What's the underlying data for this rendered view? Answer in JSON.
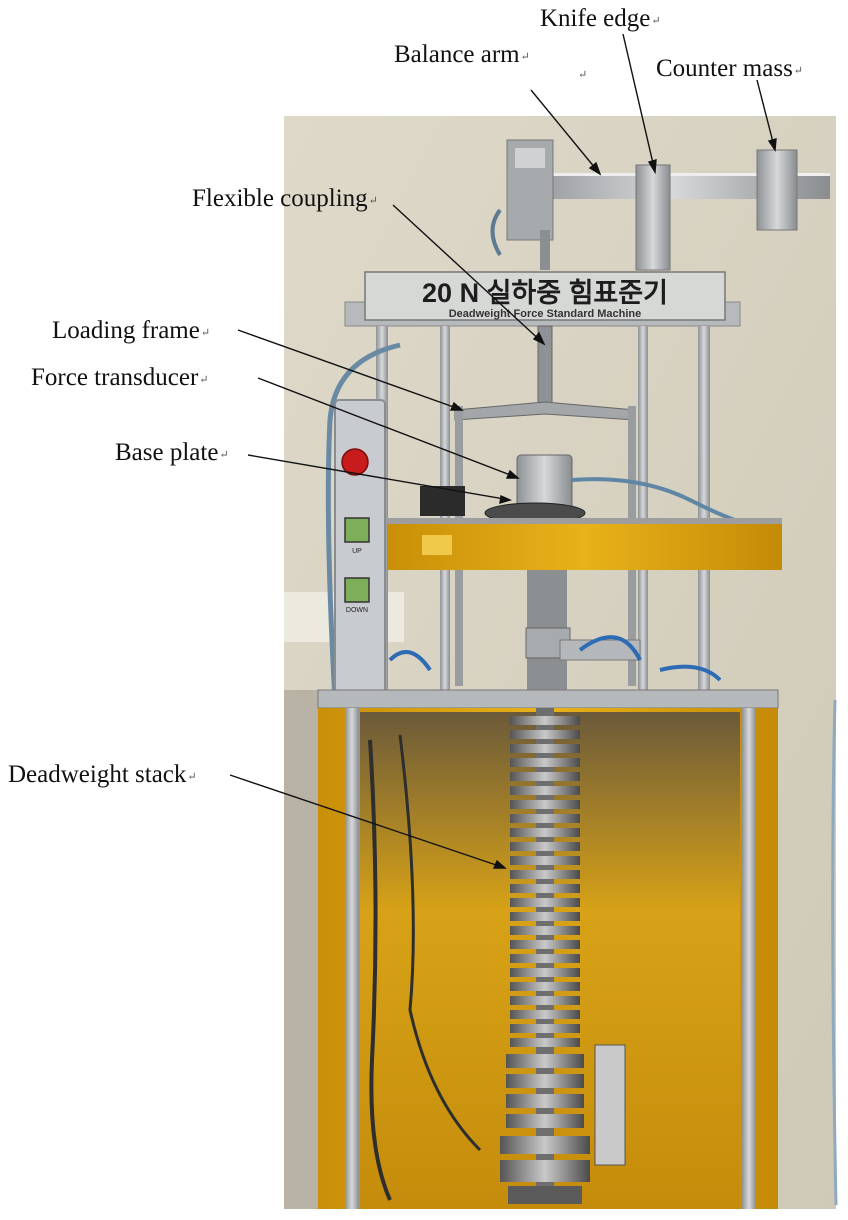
{
  "labels": {
    "knife_edge": "Knife edge",
    "balance_arm": "Balance arm",
    "counter_mass": "Counter mass",
    "flexible_coupling": "Flexible coupling",
    "loading_frame": "Loading frame",
    "force_transducer": "Force transducer",
    "base_plate": "Base plate",
    "deadweight_stack": "Deadweight stack",
    "return_mark": "↵"
  },
  "machine_sign": {
    "main": "20 N 실하중 힘표준기",
    "sub": "Deadweight Force Standard Machine"
  },
  "control_panel": {
    "up": "UP",
    "down": "DOWN"
  },
  "colors": {
    "wall": "#d8d3c3",
    "frame_yellow": "#e3ad12",
    "steel": "#b9bcbf",
    "dark_interior": "#3b3128"
  }
}
